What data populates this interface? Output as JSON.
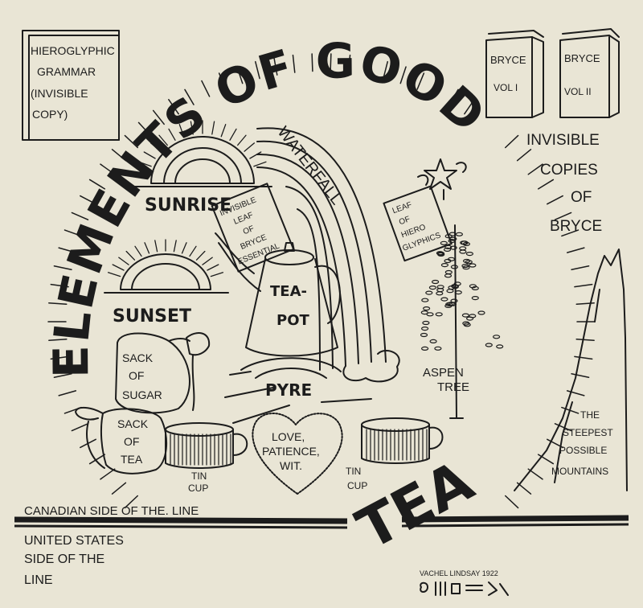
{
  "grammar_box": {
    "lines": [
      "HIEROGLYPHIC",
      "GRAMMAR",
      "(INVISIBLE",
      "COPY)"
    ]
  },
  "books": [
    {
      "title": "BRYCE",
      "vol": "VOL I"
    },
    {
      "title": "BRYCE",
      "vol": "VOL II"
    }
  ],
  "invisible_copies": [
    "INVISIBLE",
    "COPIES",
    "OF",
    "BRYCE"
  ],
  "headline": "ELEMENTS OF GOOD",
  "tea": "TEA",
  "scene": {
    "sunrise": "SUNRISE",
    "sunset": "SUNSET",
    "waterfall": "WATERFALL",
    "leaf_bryce": [
      "INVISIBLE",
      "LEAF",
      "OF",
      "BRYCE",
      "ESSENTIAL"
    ],
    "leaf_hiero": [
      "LEAF",
      "OF",
      "HIERO",
      "GLYPHICS"
    ],
    "teapot": [
      "TEA-",
      "POT"
    ],
    "aspen": [
      "ASPEN",
      "TREE"
    ],
    "sugar": [
      "SACK",
      "OF",
      "SUGAR"
    ],
    "tea_sack": [
      "SACK",
      "OF",
      "TEA"
    ],
    "pyre": "PYRE",
    "heart": [
      "LOVE,",
      "PATIENCE,",
      "WIT."
    ],
    "tincup_left": [
      "TIN",
      "CUP"
    ],
    "tincup_right": [
      "TIN",
      "CUP"
    ],
    "mountains": [
      "THE",
      "STEEPEST",
      "POSSIBLE",
      "MOUNTAINS"
    ]
  },
  "border": {
    "canadian": "CANADIAN SIDE OF THE. LINE",
    "us": [
      "UNITED STATES",
      "SIDE OF THE",
      "LINE"
    ]
  },
  "signature": "VACHEL LINDSAY 1922"
}
